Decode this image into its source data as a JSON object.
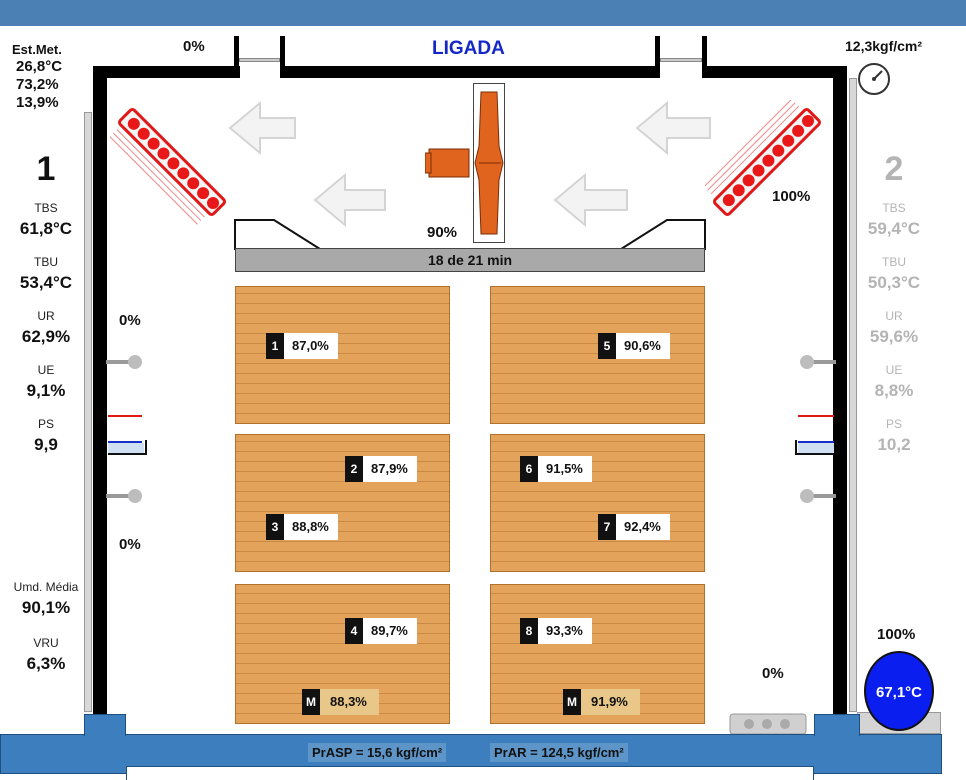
{
  "header": {
    "status": "LIGADA",
    "pressure_top": "12,3kgf/cm²"
  },
  "weather_station": {
    "label": "Est.Met.",
    "temperature": "26,8°C",
    "humidity": "73,2%",
    "value3": "13,9%"
  },
  "damper": {
    "left_top": "0%",
    "fan_speed": "90%",
    "heater_right": "100%"
  },
  "progress": {
    "text": "18 de 21 min"
  },
  "side1": {
    "number": "1",
    "tbs_label": "TBS",
    "tbs": "61,8°C",
    "tbu_label": "TBU",
    "tbu": "53,4°C",
    "ur_label": "UR",
    "ur": "62,9%",
    "ue_label": "UE",
    "ue": "9,1%",
    "ps_label": "PS",
    "ps": "9,9",
    "umd_label": "Umd. Média",
    "umd": "90,1%",
    "vru_label": "VRU",
    "vru": "6,3%"
  },
  "side2": {
    "number": "2",
    "tbs_label": "TBS",
    "tbs": "59,4°C",
    "tbu_label": "TBU",
    "tbu": "50,3°C",
    "ur_label": "UR",
    "ur": "59,6%",
    "ue_label": "UE",
    "ue": "8,8%",
    "ps_label": "PS",
    "ps": "10,2"
  },
  "valves": {
    "left_upper": "0%",
    "left_lower": "0%",
    "right_lower": "0%"
  },
  "boiler": {
    "level": "100%",
    "temperature": "67,1°C"
  },
  "sensors": [
    {
      "id": "1",
      "value": "87,0%"
    },
    {
      "id": "5",
      "value": "90,6%"
    },
    {
      "id": "2",
      "value": "87,9%"
    },
    {
      "id": "6",
      "value": "91,5%"
    },
    {
      "id": "3",
      "value": "88,8%"
    },
    {
      "id": "7",
      "value": "92,4%"
    },
    {
      "id": "4",
      "value": "89,7%"
    },
    {
      "id": "8",
      "value": "93,3%"
    },
    {
      "id": "M",
      "value": "88,3%"
    },
    {
      "id": "M",
      "value": "91,9%"
    }
  ],
  "footer": {
    "prasp": "PrASP = 15,6 kgf/cm²",
    "prar": "PrAR = 124,5 kgf/cm²"
  },
  "colors": {
    "topbar": "#4a80b4",
    "floor": "#3d7fbe",
    "wood": "#e3a35a",
    "fan": "#e0641e",
    "heater_dot": "#e81818",
    "boiler": "#0a1ef0",
    "status": "#1428c8"
  }
}
